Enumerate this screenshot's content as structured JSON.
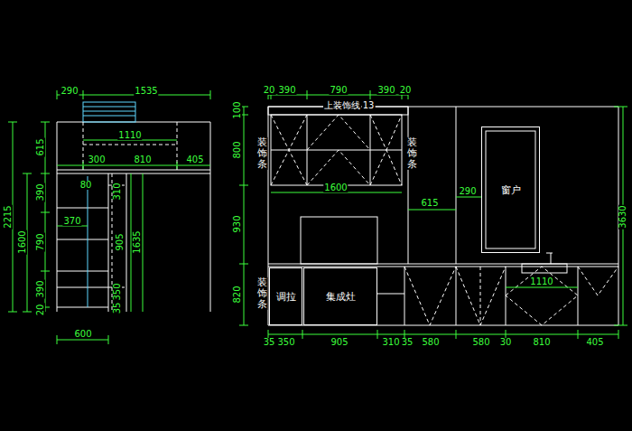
{
  "diagram": {
    "nodes": [
      {
        "text": [
          "窗户"
        ]
      },
      {
        "text": [
          "调拉"
        ]
      },
      {
        "text": [
          "集成灶"
        ]
      }
    ],
    "labels": [
      "290",
      "1535",
      "2215",
      "615",
      "1600",
      "390",
      "790",
      "390",
      "20",
      "1110",
      "300",
      "810",
      "405",
      "80",
      "310",
      "370",
      "905",
      "1635",
      "35",
      "350",
      "600",
      "20",
      "390",
      "790",
      "390",
      "20",
      "100",
      "800",
      "930",
      "820",
      "3630",
      "1600",
      "615",
      "290",
      "35",
      "350",
      "905",
      "310",
      "35",
      "580",
      "580",
      "30",
      "810",
      "405",
      "1110",
      "上装饰线",
      "13",
      "装饰条",
      "装饰条",
      "装饰条"
    ]
  }
}
